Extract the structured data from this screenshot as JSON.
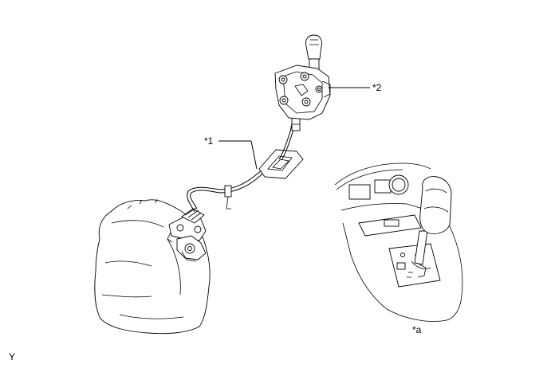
{
  "callouts": {
    "cable": "*1",
    "shift_lever_assembly": "*2",
    "shift_knob_view": "*a"
  },
  "corner_mark": "Y"
}
